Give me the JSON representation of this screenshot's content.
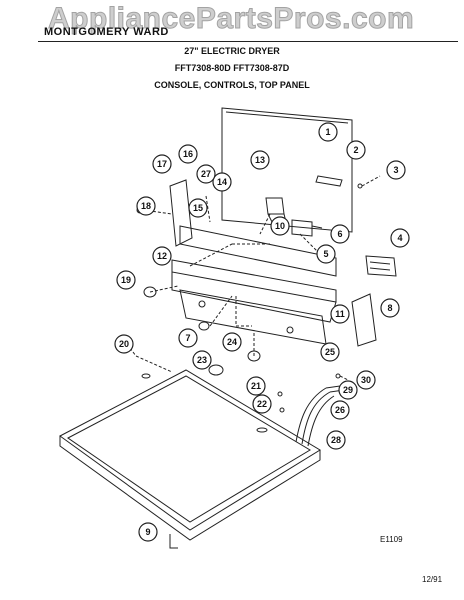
{
  "header": {
    "watermark": "AppliancePartsPros.com",
    "brand": "MONTGOMERY WARD",
    "title": "27\" ELECTRIC DRYER",
    "models": "FFT7308-80D   FFT7308-87D",
    "section": "CONSOLE, CONTROLS, TOP PANEL"
  },
  "diagram": {
    "code": "E1109",
    "date": "12/91",
    "callouts": [
      {
        "id": "callout-1",
        "label": "1"
      },
      {
        "id": "callout-2",
        "label": "2"
      },
      {
        "id": "callout-3",
        "label": "3"
      },
      {
        "id": "callout-4",
        "label": "4"
      },
      {
        "id": "callout-5",
        "label": "5"
      },
      {
        "id": "callout-6",
        "label": "6"
      },
      {
        "id": "callout-7",
        "label": "7"
      },
      {
        "id": "callout-8",
        "label": "8"
      },
      {
        "id": "callout-9",
        "label": "9"
      },
      {
        "id": "callout-10",
        "label": "10"
      },
      {
        "id": "callout-11",
        "label": "11"
      },
      {
        "id": "callout-12",
        "label": "12"
      },
      {
        "id": "callout-13",
        "label": "13"
      },
      {
        "id": "callout-14",
        "label": "14"
      },
      {
        "id": "callout-15",
        "label": "15"
      },
      {
        "id": "callout-16",
        "label": "16"
      },
      {
        "id": "callout-17",
        "label": "17"
      },
      {
        "id": "callout-18",
        "label": "18"
      },
      {
        "id": "callout-19",
        "label": "19"
      },
      {
        "id": "callout-20",
        "label": "20"
      },
      {
        "id": "callout-21",
        "label": "21"
      },
      {
        "id": "callout-22",
        "label": "22"
      },
      {
        "id": "callout-23",
        "label": "23"
      },
      {
        "id": "callout-24",
        "label": "24"
      },
      {
        "id": "callout-25",
        "label": "25"
      },
      {
        "id": "callout-26",
        "label": "26"
      },
      {
        "id": "callout-27",
        "label": "27"
      },
      {
        "id": "callout-28",
        "label": "28"
      },
      {
        "id": "callout-29",
        "label": "29"
      },
      {
        "id": "callout-30",
        "label": "30"
      }
    ]
  }
}
